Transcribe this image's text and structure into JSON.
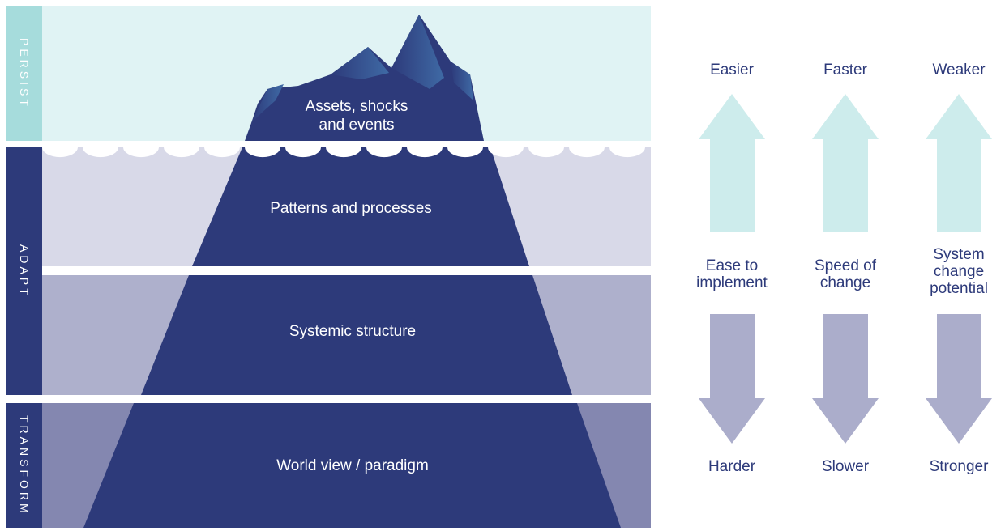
{
  "levels": [
    {
      "name": "PERSIST",
      "layers": [
        "Assets, shocks and events"
      ]
    },
    {
      "name": "ADAPT",
      "layers": [
        "Patterns and processes",
        "Systemic structure"
      ]
    },
    {
      "name": "TRANSFORM",
      "layers": [
        "World view / paradigm"
      ]
    }
  ],
  "iceberg": {
    "tip_label_line1": "Assets, shocks",
    "tip_label_line2": "and events",
    "layer2_label": "Patterns and processes",
    "layer3_label": "Systemic structure",
    "layer4_label": "World view / paradigm"
  },
  "metrics": [
    {
      "label": "Ease to implement",
      "label_lines": [
        "Ease to",
        "implement"
      ],
      "top": "Easier",
      "bottom": "Harder"
    },
    {
      "label": "Speed of change",
      "label_lines": [
        "Speed of",
        "change"
      ],
      "top": "Faster",
      "bottom": "Slower"
    },
    {
      "label": "System change potential",
      "label_lines": [
        "System",
        "change",
        "potential"
      ],
      "top": "Weaker",
      "bottom": "Stronger"
    }
  ],
  "colors": {
    "navy": "#2d3a7a",
    "persist_bg": "#e0f3f4",
    "persist_bar": "#a6dcdc",
    "adapt_bg_light": "#d8d9e8",
    "adapt_bg_mid": "#aeb0cc",
    "transform_bg": "#8487b0",
    "arrow_up": "#cdecec",
    "arrow_down": "#abadcb"
  },
  "icons": [
    "iceberg-peak-icon",
    "wave-scallops-icon",
    "arrow-up-icon",
    "arrow-down-icon"
  ]
}
